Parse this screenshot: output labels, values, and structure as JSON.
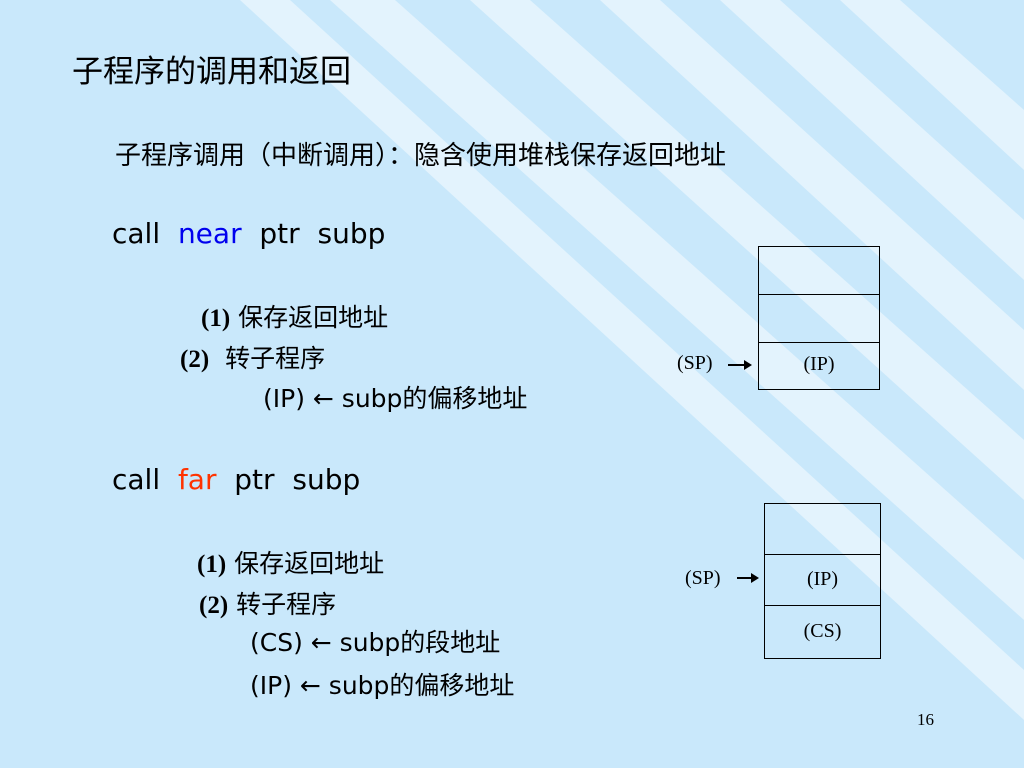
{
  "title": "子程序的调用和返回",
  "subtitle": "子程序调用（中断调用）：隐含使用堆栈保存返回地址",
  "near": {
    "instr_call": "call",
    "instr_keyword": "near",
    "instr_ptr": "ptr",
    "instr_target": "subp",
    "step1_num": "(1)",
    "step1_text": "保存返回地址",
    "step2_num": "(2)",
    "step2_text": "转子程序",
    "detail": "(IP) ← subp的偏移地址",
    "stack": {
      "sp_label": "(SP)",
      "cells": [
        "",
        "",
        "(IP)"
      ]
    }
  },
  "far": {
    "instr_call": "call",
    "instr_keyword": "far",
    "instr_ptr": "ptr",
    "instr_target": "subp",
    "step1_num": "(1)",
    "step1_text": "保存返回地址",
    "step2_num": "(2)",
    "step2_text": "转子程序",
    "detail1": "(CS) ← subp的段地址",
    "detail2": "(IP) ← subp的偏移地址",
    "stack": {
      "sp_label": "(SP)",
      "cells": [
        "",
        "(IP)",
        "(CS)"
      ]
    }
  },
  "page_number": "16",
  "colors": {
    "background": "#c9e8fb",
    "stripe": "#e3f3fd",
    "near_keyword": "#0000ee",
    "far_keyword": "#ff3300"
  }
}
